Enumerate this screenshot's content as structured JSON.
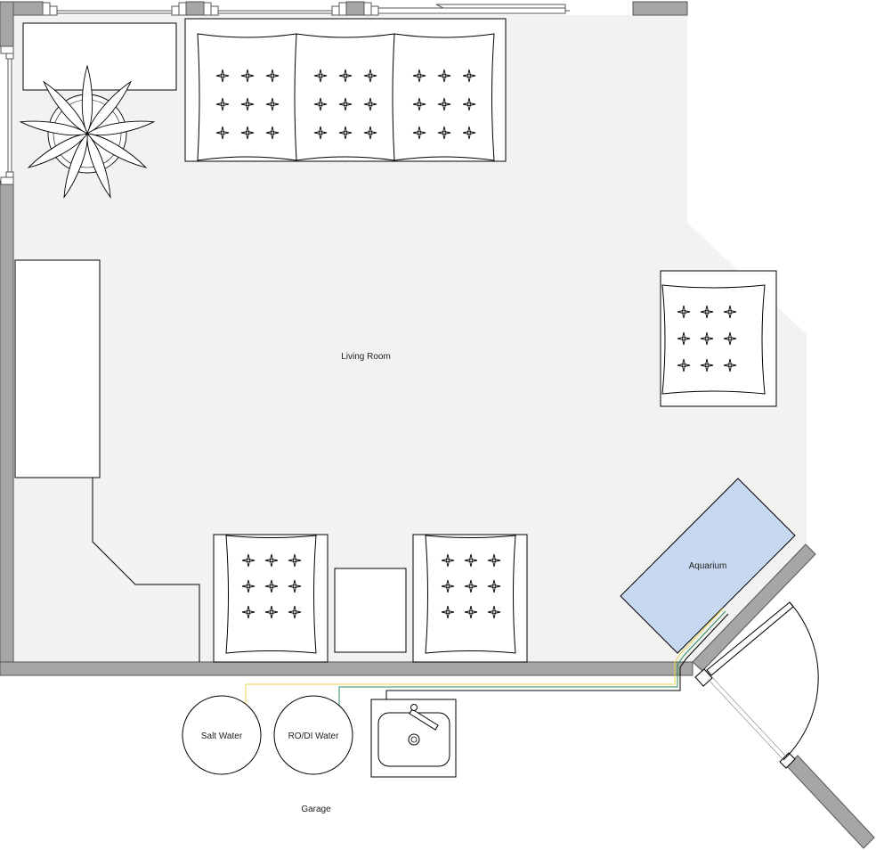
{
  "labels": {
    "living_room": "Living Room",
    "aquarium": "Aquarium",
    "salt_water": "Salt Water",
    "rodi_water": "RO/DI Water",
    "garage": "Garage"
  },
  "colors": {
    "floor": "#f2f2f2",
    "wall": "#a6a6a6",
    "aquarium": "#c6d9f0",
    "line_yellow": "#e8d44d",
    "line_green": "#2e8b57",
    "line_black": "#000000"
  }
}
